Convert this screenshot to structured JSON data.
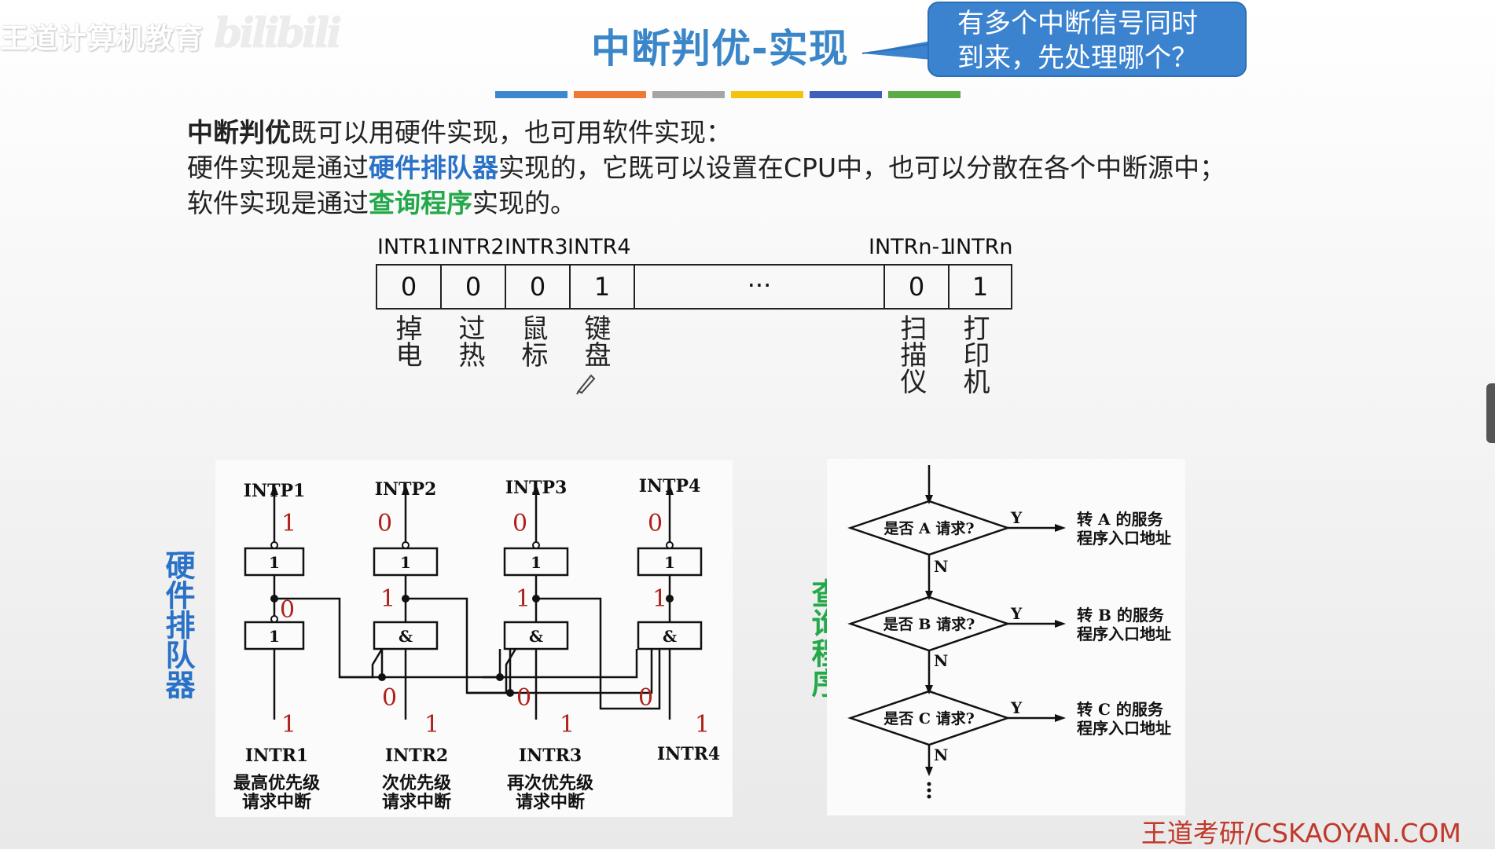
{
  "watermark": {
    "brand": "王道计算机教育",
    "logo": "bilibili"
  },
  "title": "中断判优-实现",
  "callout": {
    "line1": "有多个中断信号同时",
    "line2": "到来，先处理哪个？"
  },
  "color_bars": [
    "#3b88d0",
    "#ef7a32",
    "#a5a5a5",
    "#f5c20c",
    "#3f5fba",
    "#5aad45"
  ],
  "text": {
    "line1_bold": "中断判优",
    "line1_rest": "既可以用硬件实现，也可用软件实现：",
    "line2_pre": "硬件实现是通过",
    "line2_hl": "硬件排队器",
    "line2_post": "实现的，它既可以设置在CPU中，也可以分散在各个中断源中；",
    "line3_pre": "软件实现是通过",
    "line3_hl": "查询程序",
    "line3_post": "实现的。"
  },
  "register": {
    "labels": [
      "INTR1",
      "INTR2",
      "INTR3",
      "INTR4",
      "INTRn-1",
      "INTRn"
    ],
    "cells": [
      "0",
      "0",
      "0",
      "1",
      "···",
      "0",
      "1"
    ],
    "devices": [
      "掉电",
      "过热",
      "鼠标",
      "键盘",
      "扫描仪",
      "打印机"
    ]
  },
  "hardware": {
    "side_label": "硬件排队器",
    "intp": [
      "INTP1",
      "INTP2",
      "INTP3",
      "INTP4"
    ],
    "intr": [
      "INTR1",
      "INTR2",
      "INTR3",
      "INTR4"
    ],
    "gate_labels": [
      "1",
      "1",
      "1",
      "1",
      "1",
      "&",
      "&",
      "&"
    ],
    "captions": [
      [
        "最高优先级",
        "请求中断"
      ],
      [
        "次优先级",
        "请求中断"
      ],
      [
        "再次优先级",
        "请求中断"
      ]
    ],
    "red_values": {
      "intp_out": [
        "1",
        "0",
        "0",
        "0"
      ],
      "mid": [
        "0",
        "1",
        "1",
        "1"
      ],
      "bottom_low": [
        "0",
        "0",
        "0"
      ],
      "intr_in": [
        "1",
        "1",
        "1",
        "1"
      ]
    }
  },
  "software": {
    "side_label": "查询程序",
    "decisions": [
      "是否 A 请求?",
      "是否 B 请求?",
      "是否 C 请求?"
    ],
    "actions": [
      [
        "转 A 的服务",
        "程序入口地址"
      ],
      [
        "转 B 的服务",
        "程序入口地址"
      ],
      [
        "转 C 的服务",
        "程序入口地址"
      ]
    ],
    "yes": "Y",
    "no": "N"
  },
  "footer": "王道考研/CSKAOYAN.COM"
}
